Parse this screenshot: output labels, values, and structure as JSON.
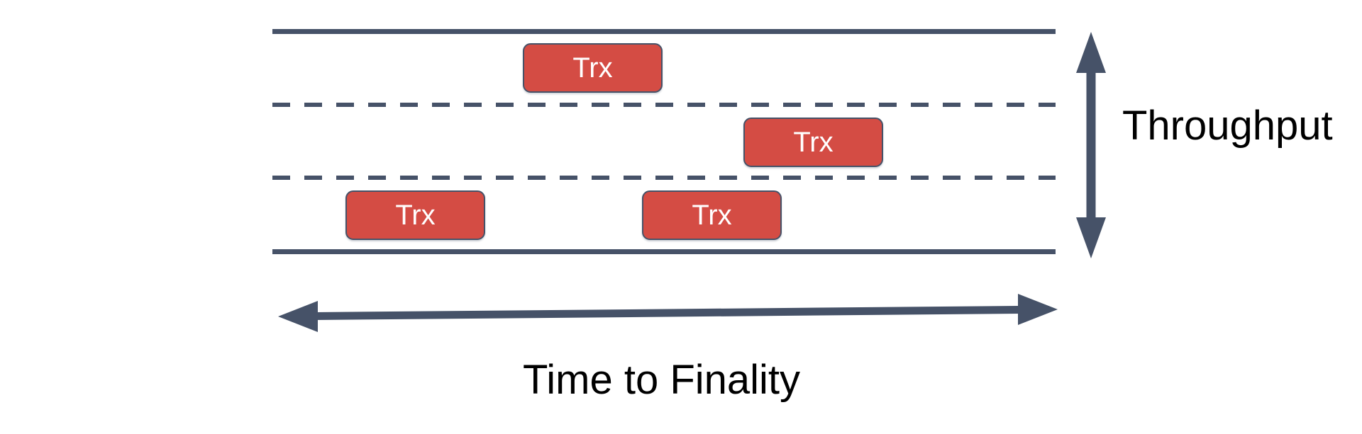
{
  "diagram": {
    "road": {
      "lanes": 3,
      "outer_line_style": "solid",
      "divider_line_style": "dashed"
    },
    "transactions": [
      {
        "label": "Trx",
        "lane": "top"
      },
      {
        "label": "Trx",
        "lane": "middle"
      },
      {
        "label": "Trx",
        "lane": "bottom-left"
      },
      {
        "label": "Trx",
        "lane": "bottom-right"
      }
    ],
    "axes": {
      "vertical": {
        "label": "Throughput",
        "icon": "vertical-double-arrow-icon"
      },
      "horizontal": {
        "label": "Time to Finality",
        "icon": "horizontal-double-arrow-icon"
      }
    },
    "colors": {
      "line": "#465268",
      "box_fill": "#D44C44",
      "box_border": "#465268",
      "box_text": "#FFFFFF",
      "label_text": "#000000",
      "background": "#FFFFFF"
    }
  }
}
